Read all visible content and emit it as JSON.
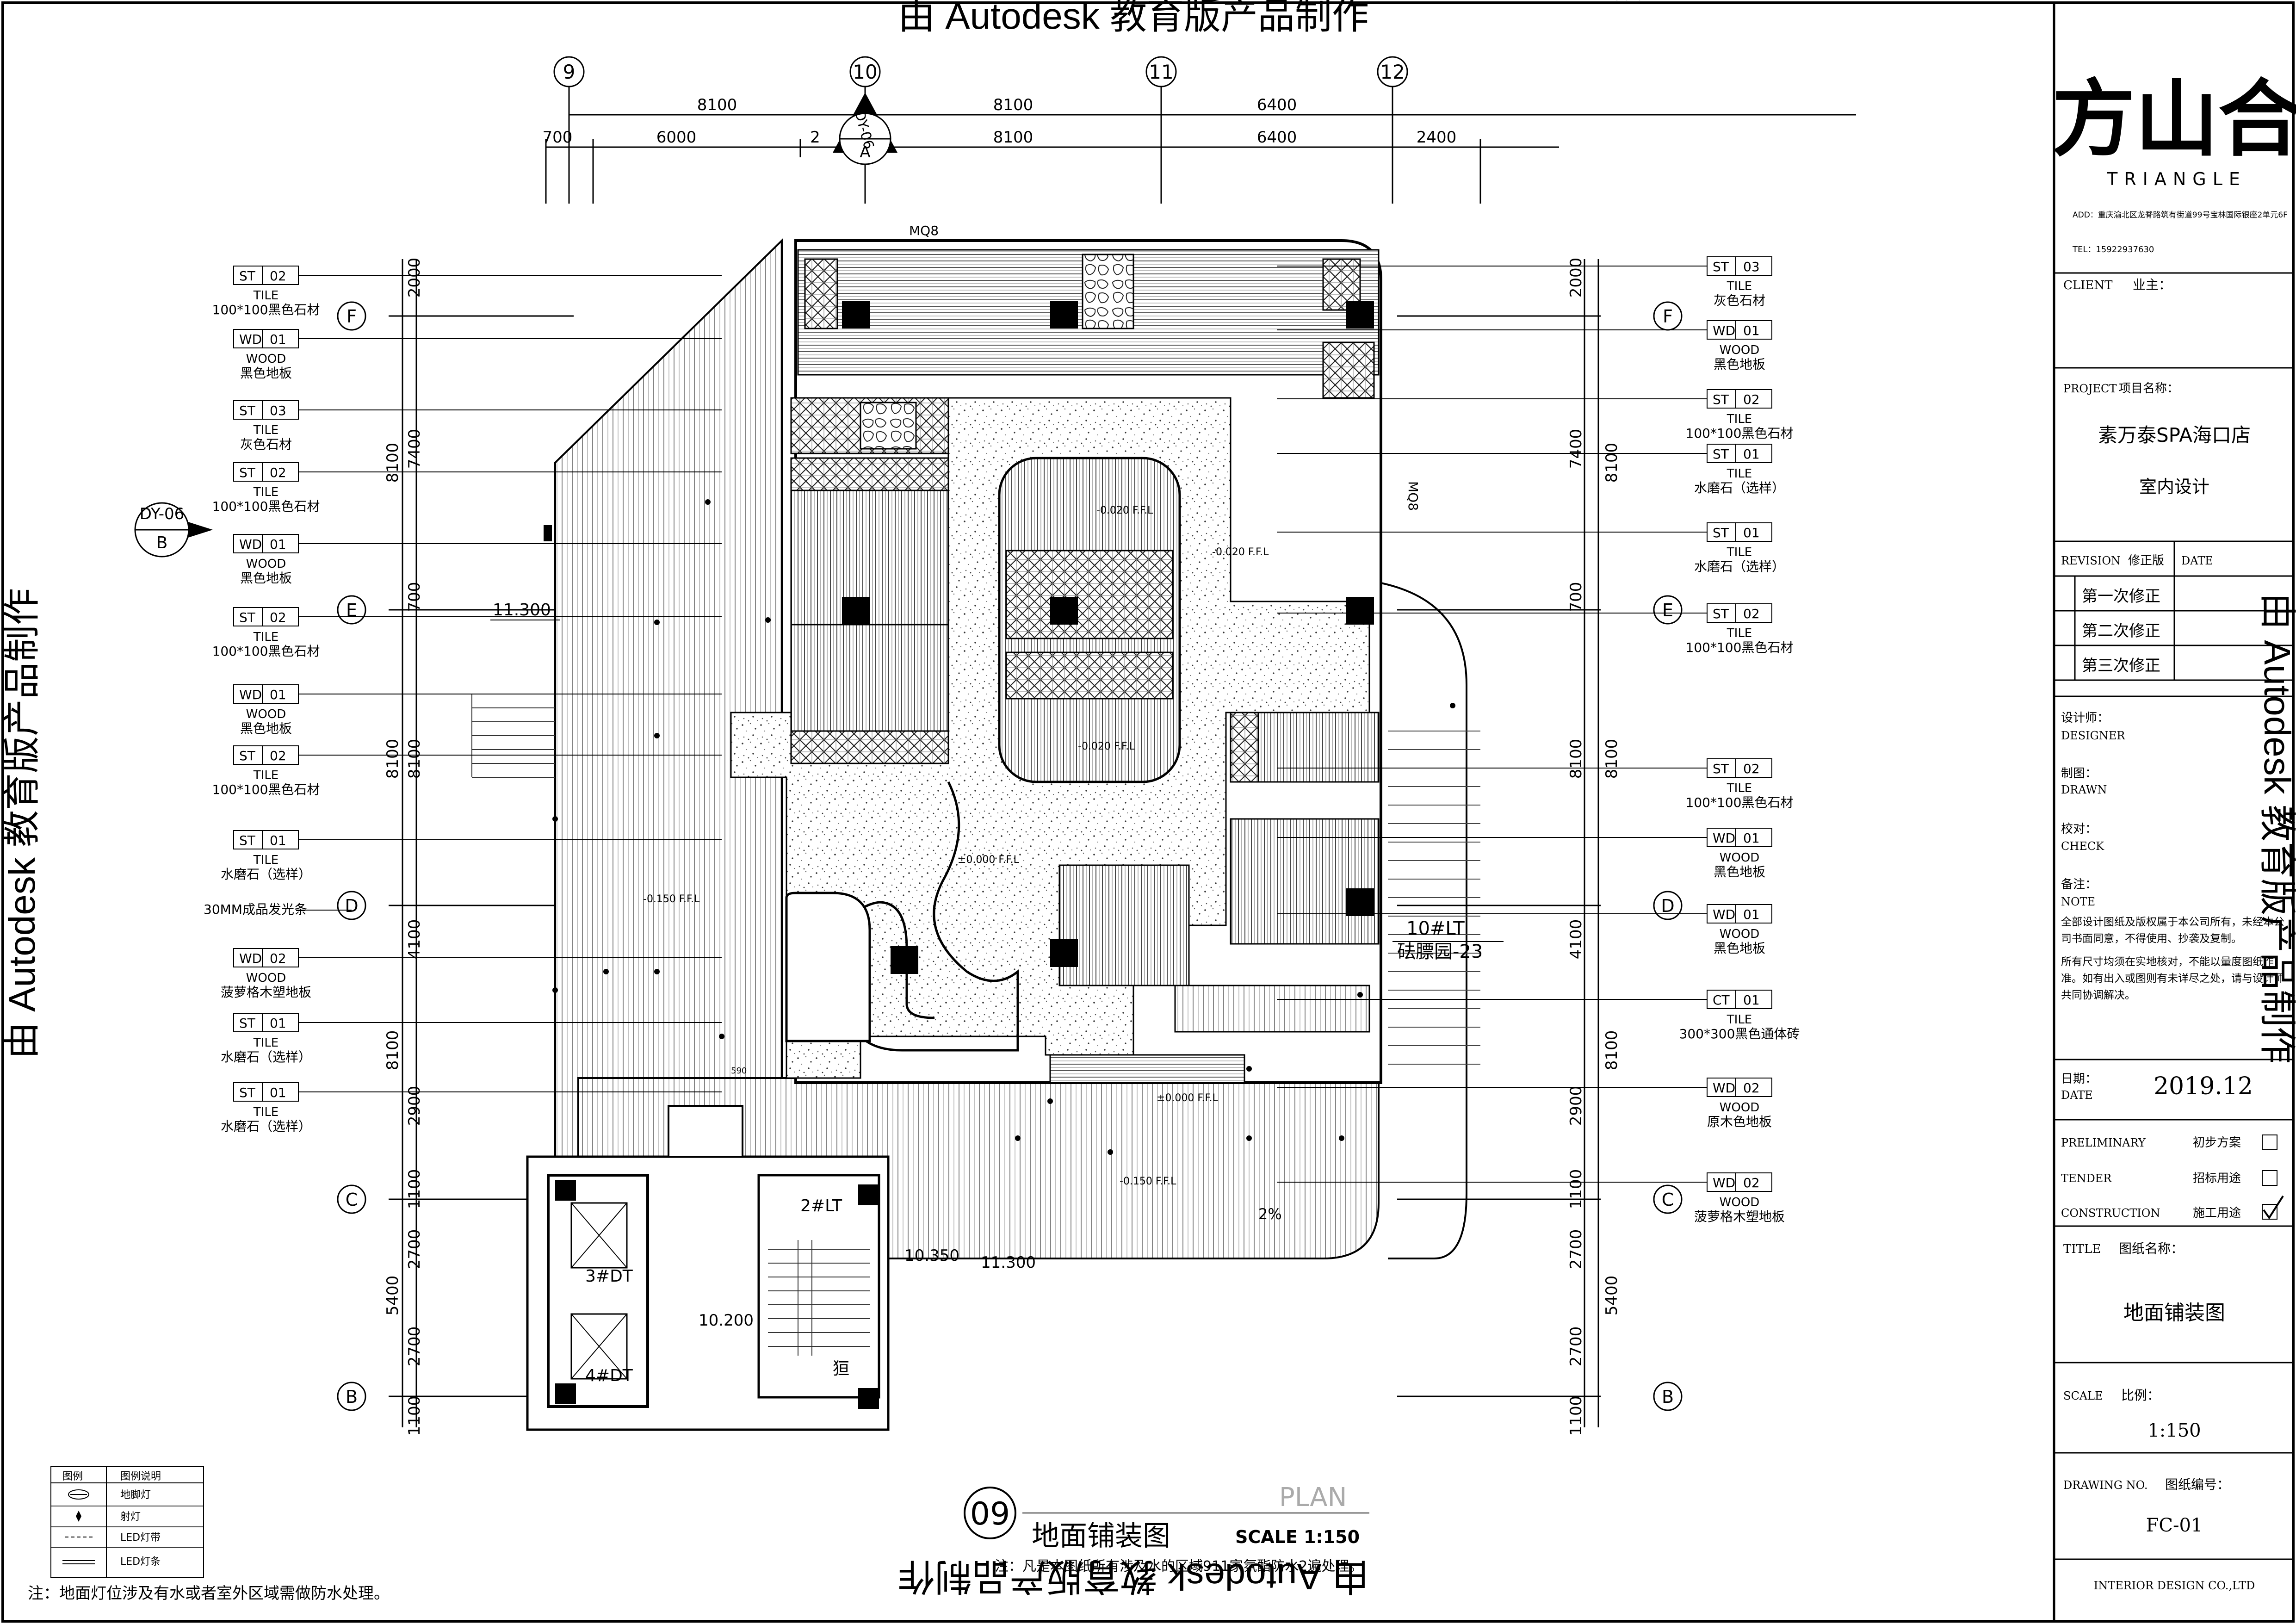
{
  "watermark": "由 Autodesk 教育版产品制作",
  "grid": {
    "columns": [
      "9",
      "10",
      "11",
      "12"
    ],
    "rows": [
      "F",
      "E",
      "D",
      "C",
      "B"
    ],
    "top_dims_1": [
      "8100",
      "8100",
      "6400"
    ],
    "top_dims_2": [
      "700",
      "6000",
      "2",
      "8100",
      "6400",
      "2400"
    ],
    "left_dims_1": [
      "8100",
      "8100",
      "8100",
      "5400"
    ],
    "left_dims_2": [
      "2000",
      "7400",
      "700",
      "8100",
      "4100",
      "2900",
      "1100",
      "2700",
      "2700",
      "1100"
    ]
  },
  "section_marks": {
    "top": {
      "code": "DY-06",
      "letter": "A"
    },
    "left": {
      "code": "DY-06",
      "letter": "B"
    }
  },
  "left_callouts": [
    {
      "code": "ST",
      "num": "02",
      "type": "TILE",
      "desc": "100*100黑色石材"
    },
    {
      "code": "WD",
      "num": "01",
      "type": "WOOD",
      "desc": "黑色地板"
    },
    {
      "code": "ST",
      "num": "03",
      "type": "TILE",
      "desc": "灰色石材"
    },
    {
      "code": "ST",
      "num": "02",
      "type": "TILE",
      "desc": "100*100黑色石材"
    },
    {
      "code": "WD",
      "num": "01",
      "type": "WOOD",
      "desc": "黑色地板"
    },
    {
      "code": "ST",
      "num": "02",
      "type": "TILE",
      "desc": "100*100黑色石材"
    },
    {
      "code": "WD",
      "num": "01",
      "type": "WOOD",
      "desc": "黑色地板"
    },
    {
      "code": "ST",
      "num": "02",
      "type": "TILE",
      "desc": "100*100黑色石材"
    },
    {
      "code": "ST",
      "num": "01",
      "type": "TILE",
      "desc": "水磨石（选样）"
    },
    {
      "code": "WD",
      "num": "02",
      "type": "WOOD",
      "desc": "菠萝格木塑地板"
    },
    {
      "code": "ST",
      "num": "01",
      "type": "TILE",
      "desc": "水磨石（选样）"
    },
    {
      "code": "ST",
      "num": "01",
      "type": "TILE",
      "desc": "水磨石（选样）"
    }
  ],
  "left_extra_note": "30MM成品发光条",
  "right_callouts": [
    {
      "code": "ST",
      "num": "03",
      "type": "TILE",
      "desc": "灰色石材"
    },
    {
      "code": "WD",
      "num": "01",
      "type": "WOOD",
      "desc": "黑色地板"
    },
    {
      "code": "ST",
      "num": "02",
      "type": "TILE",
      "desc": "100*100黑色石材"
    },
    {
      "code": "ST",
      "num": "01",
      "type": "TILE",
      "desc": "水磨石（选样）"
    },
    {
      "code": "ST",
      "num": "01",
      "type": "TILE",
      "desc": "水磨石（选样）"
    },
    {
      "code": "ST",
      "num": "02",
      "type": "TILE",
      "desc": "100*100黑色石材"
    },
    {
      "code": "ST",
      "num": "02",
      "type": "TILE",
      "desc": "100*100黑色石材"
    },
    {
      "code": "WD",
      "num": "01",
      "type": "WOOD",
      "desc": "黑色地板"
    },
    {
      "code": "WD",
      "num": "01",
      "type": "WOOD",
      "desc": "黑色地板"
    },
    {
      "code": "CT",
      "num": "01",
      "type": "TILE",
      "desc": "300*300黑色通体砖"
    },
    {
      "code": "WD",
      "num": "02",
      "type": "WOOD",
      "desc": "原木色地板"
    },
    {
      "code": "WD",
      "num": "02",
      "type": "WOOD",
      "desc": "菠萝格木塑地板"
    }
  ],
  "plan_labels": {
    "mq8_top": "MQ8",
    "mq8_right": "MQ8",
    "level_1": "11.300",
    "level_2": "10.350",
    "level_3": "11.300",
    "level_4": "10.200",
    "lift_2": "2#LT",
    "lift_3": "3#DT",
    "lift_4": "4#DT",
    "lift_10": "10#LT",
    "lift_10_sub": "砝膘园-23",
    "slope": "2%",
    "ffl_a": "-0.150 F.F.L",
    "ffl_b": "±0.000 F.F.L",
    "ffl_c": "-0.020 F.F.L",
    "small_char": "狟",
    "small_dim": "590"
  },
  "title_block": {
    "logo_top": "方山合",
    "logo_sub": "TRIANGLE",
    "address": "ADD：重庆渝北区龙脊路筑有街道99号宝林国际银座2单元6F",
    "tel": "TEL：15922937630",
    "client_en": "CLIENT",
    "client_cn": "业主：",
    "project_en": "PROJECT",
    "project_cn": "项目名称：",
    "project_name": "素万泰SPA海口店",
    "project_sub": "室内设计",
    "revision_en": "REVISION",
    "revision_cn": "修正版",
    "date_en": "DATE",
    "rev_rows": [
      "第一次修正",
      "第二次修正",
      "第三次修正"
    ],
    "designer_cn": "设计师：",
    "designer_en": "DESIGNER",
    "drawn_cn": "制图：",
    "drawn_en": "DRAWN",
    "check_cn": "校对：",
    "check_en": "CHECK",
    "note_cn": "备注：",
    "note_en": "NOTE",
    "note_1": "全部设计图纸及版权属于本公司所有，未经本公司书面同意，不得使用、抄袭及复制。",
    "note_2": "所有尺寸均须在实地核对，不能以量度图纸作准。如有出入或图则有未详尽之处，请与设计师共同协调解决。",
    "date_label_cn": "日期：",
    "date_label_en": "DATE",
    "date_value": "2019.12",
    "preliminary_en": "PRELIMINARY",
    "preliminary_cn": "初步方案",
    "tender_en": "TENDER",
    "tender_cn": "招标用途",
    "construction_en": "CONSTRUCTION",
    "construction_cn": "施工用途",
    "construction_checked": true,
    "title_en": "TITLE",
    "title_cn": "图纸名称：",
    "title_value": "地面铺装图",
    "scale_en": "SCALE",
    "scale_cn": "比例：",
    "scale_value": "1:150",
    "drawing_no_en": "DRAWING NO.",
    "drawing_no_cn": "图纸编号：",
    "drawing_no_value": "FC-01",
    "footer": "INTERIOR DESIGN CO.,LTD"
  },
  "drawing_title": {
    "number": "09",
    "name": "地面铺装图",
    "plan": "PLAN",
    "scale": "SCALE 1:150"
  },
  "notes": {
    "bottom_center": "注：凡是本图纸所有涉及水的区域911家氛酯防水2遍处理。",
    "bottom_left": "注：地面灯位涉及有水或者室外区域需做防水处理。"
  },
  "legend": {
    "header_icon": "图例",
    "header_desc": "图例说明",
    "rows": [
      {
        "icon": "floor-light-icon",
        "label": "地脚灯"
      },
      {
        "icon": "spot-light-icon",
        "label": "射灯"
      },
      {
        "icon": "dashed-line-icon",
        "label": "LED灯带"
      },
      {
        "icon": "double-line-icon",
        "label": "LED灯条"
      }
    ]
  }
}
